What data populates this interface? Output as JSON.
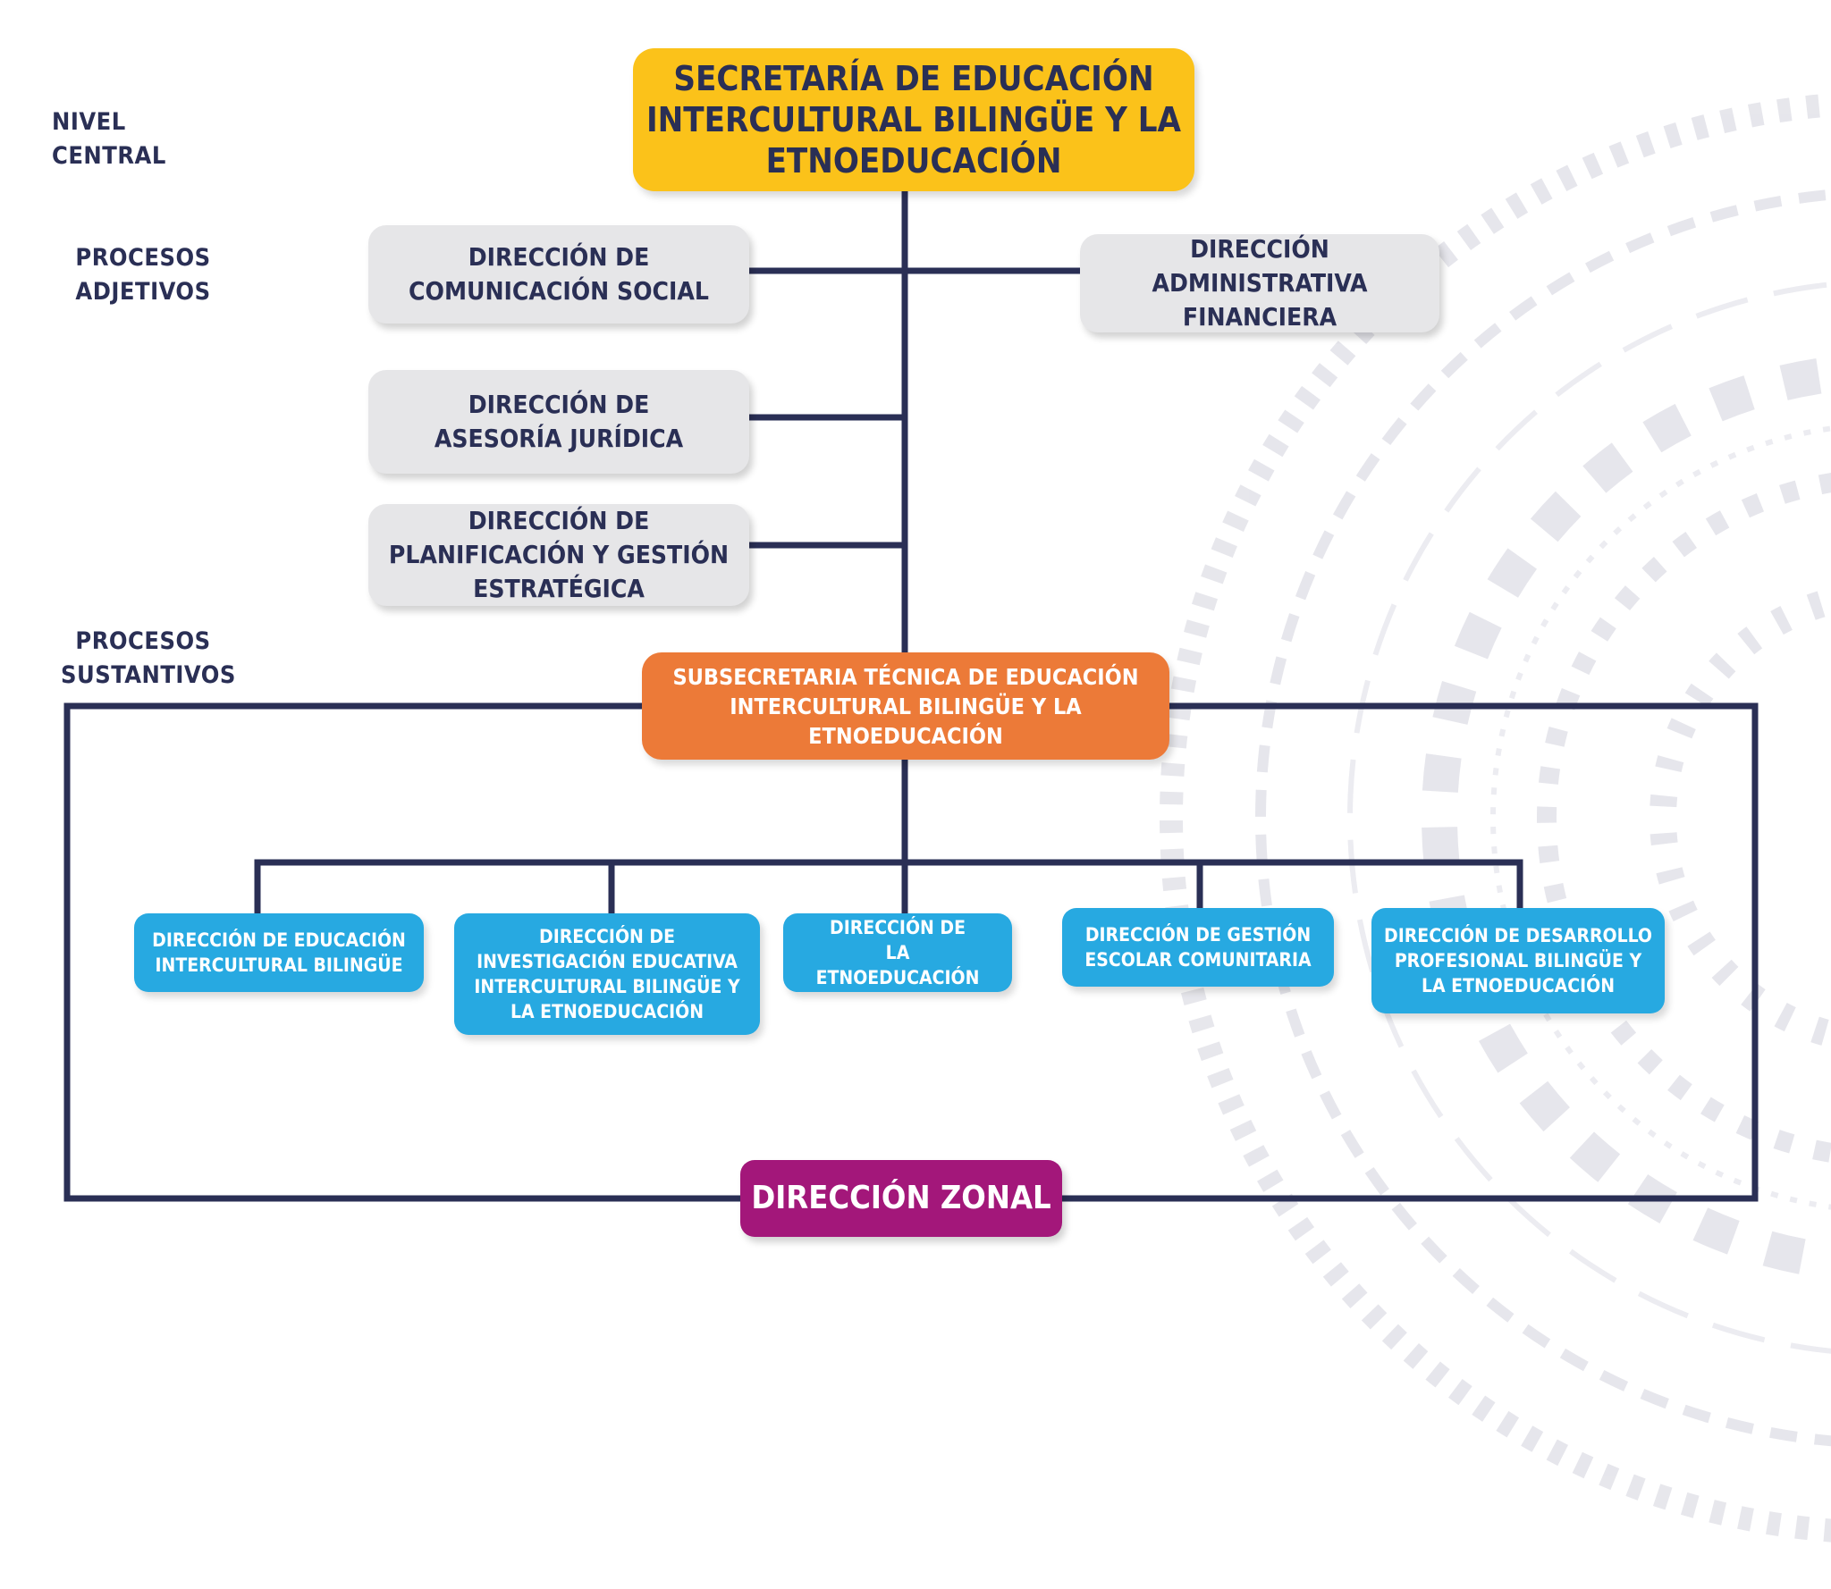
{
  "levels": {
    "central": "NIVEL CENTRAL",
    "adjetivos": "PROCESOS ADJETIVOS",
    "sustantivos": "PROCESOS SUSTANTIVOS"
  },
  "nodes": {
    "secretaria": "SECRETARÍA DE EDUCACIÓN INTERCULTURAL BILINGÜE Y LA ETNOEDUCACIÓN",
    "comunicacion": "DIRECCIÓN DE COMUNICACIÓN SOCIAL",
    "administrativa": "DIRECCIÓN ADMINISTRATIVA FINANCIERA",
    "asesoria": "DIRECCIÓN DE ASESORÍA JURÍDICA",
    "planificacion": "DIRECCIÓN DE PLANIFICACIÓN Y GESTIÓN ESTRATÉGICA",
    "subsecretaria": "SUBSECRETARIA TÉCNICA DE EDUCACIÓN INTERCULTURAL BILINGÜE Y LA ETNOEDUCACIÓN",
    "eib": "DIRECCIÓN DE EDUCACIÓN INTERCULTURAL BILINGÜE",
    "investigacion": "DIRECCIÓN DE INVESTIGACIÓN EDUCATIVA INTERCULTURAL BILINGÜE Y LA ETNOEDUCACIÓN",
    "etnoeducacion": "DIRECCIÓN DE LA ETNOEDUCACIÓN",
    "gestion": "DIRECCIÓN DE GESTIÓN ESCOLAR COMUNITARIA",
    "desarrollo": "DIRECCIÓN DE DESARROLLO PROFESIONAL BILINGÜE Y LA ETNOEDUCACIÓN",
    "zonal": "DIRECCIÓN ZONAL"
  },
  "colors": {
    "connector": "#2a2f55",
    "secretaria": "#fbc21a",
    "staff": "#e6e6e8",
    "subsecretaria": "#ec7a38",
    "direcciones": "#27a9e1",
    "zonal": "#a3177a"
  },
  "edges": [
    [
      "secretaria",
      "comunicacion"
    ],
    [
      "secretaria",
      "administrativa"
    ],
    [
      "secretaria",
      "asesoria"
    ],
    [
      "secretaria",
      "planificacion"
    ],
    [
      "secretaria",
      "subsecretaria"
    ],
    [
      "subsecretaria",
      "eib"
    ],
    [
      "subsecretaria",
      "investigacion"
    ],
    [
      "subsecretaria",
      "etnoeducacion"
    ],
    [
      "subsecretaria",
      "gestion"
    ],
    [
      "subsecretaria",
      "desarrollo"
    ],
    [
      "subsecretaria",
      "zonal"
    ]
  ]
}
